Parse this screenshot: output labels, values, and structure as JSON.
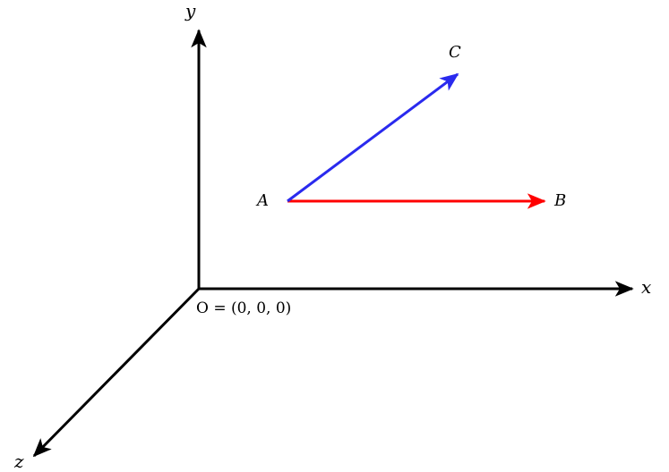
{
  "diagram": {
    "type": "3d-vector-diagram",
    "axes": {
      "x": {
        "label": "x",
        "color": "#000000"
      },
      "y": {
        "label": "y",
        "color": "#000000"
      },
      "z": {
        "label": "z",
        "color": "#000000"
      }
    },
    "origin": {
      "label": "O = (0, 0, 0)",
      "name": "O",
      "coords": "(0, 0, 0)"
    },
    "points": {
      "A": {
        "label": "A"
      },
      "B": {
        "label": "B"
      },
      "C": {
        "label": "C"
      }
    },
    "vectors": [
      {
        "from": "A",
        "to": "B",
        "color": "#ff0000"
      },
      {
        "from": "A",
        "to": "C",
        "color": "#2a2aee"
      }
    ]
  }
}
